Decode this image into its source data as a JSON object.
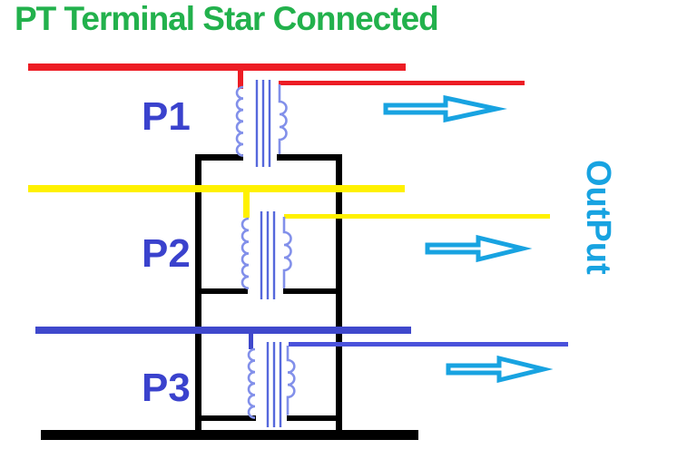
{
  "title": "PT Terminal Star Connected",
  "phases": [
    {
      "label": "P1"
    },
    {
      "label": "P2"
    },
    {
      "label": "P3"
    }
  ],
  "output_label": "OutPut",
  "colors": {
    "background": "#FFFFFF",
    "title_green": "#22B14C",
    "phase_red": "#ED1C24",
    "phase_yellow": "#FFF100",
    "phase_blue": "#3F48CC",
    "output_blue_line": "#4A52DB",
    "neutral_black": "#000000",
    "cyan_accent": "#18A3E1",
    "label_blue": "#3A42CD",
    "coil_blue": "#8290EA",
    "core_blue": "#5668DC"
  }
}
